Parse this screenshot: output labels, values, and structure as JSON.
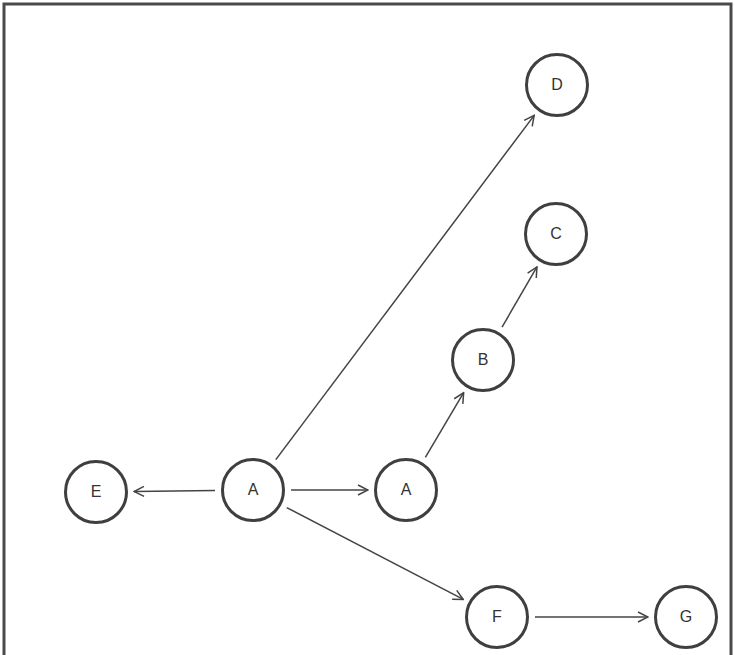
{
  "diagram": {
    "nodes": [
      {
        "text": [
          "D"
        ]
      },
      {
        "text": [
          "C"
        ]
      },
      {
        "text": [
          "B"
        ]
      },
      {
        "text": [
          "E"
        ]
      },
      {
        "text": [
          "A"
        ]
      },
      {
        "text": [
          "A"
        ]
      },
      {
        "text": [
          "F"
        ]
      },
      {
        "text": [
          "G"
        ]
      }
    ],
    "edges": [
      {
        "from": 4,
        "to": 3,
        "arrow": "to"
      },
      {
        "from": 4,
        "to": 5,
        "arrow": "to"
      },
      {
        "from": 5,
        "to": 2,
        "arrow": "to"
      },
      {
        "from": 2,
        "to": 1,
        "arrow": "to"
      },
      {
        "from": 4,
        "to": 0,
        "arrow": "to"
      },
      {
        "from": 4,
        "to": 6,
        "arrow": "to"
      },
      {
        "from": 6,
        "to": 7,
        "arrow": "to"
      }
    ]
  }
}
